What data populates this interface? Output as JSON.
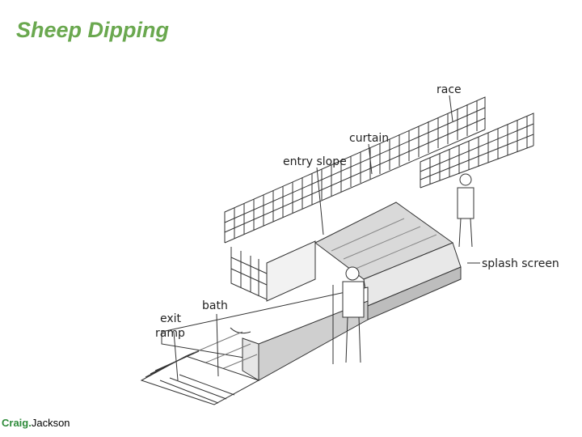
{
  "slide": {
    "title": "Sheep Dipping",
    "title_color": "#6aa84f"
  },
  "diagram": {
    "labels": {
      "race": "race",
      "curtain": "curtain",
      "entry_slope": "entry slope",
      "splash_screen": "splash screen",
      "bath": "bath",
      "exit": "exit",
      "ramp": "ramp"
    }
  },
  "footer": {
    "first": "Craig.",
    "last": "Jackson",
    "first_color": "#2e8b3a"
  }
}
